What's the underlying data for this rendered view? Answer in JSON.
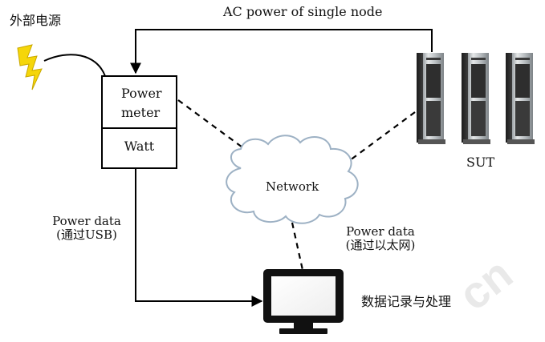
{
  "labels": {
    "external_power": "外部电源",
    "ac_power": "AC power of single node",
    "power_meter": "Power meter",
    "watt": "Watt",
    "network": "Network",
    "sut": "SUT",
    "power_data_usb_line1": "Power data",
    "power_data_usb_line2": "(通过USB)",
    "power_data_eth_line1": "Power data",
    "power_data_eth_line2": "(通过以太网)",
    "logging": "数据记录与处理"
  },
  "watermark": "cn",
  "colors": {
    "line": "#000000",
    "bolt": "#f5d60a",
    "bolt_edge": "#c9a800",
    "server_dark": "#2b2b2b",
    "server_light": "#cfd2d4",
    "cloud_edge": "#9db1c4",
    "cloud_fill": "#ffffff"
  },
  "icons": [
    "lightning-bolt-icon",
    "server-rack-icon",
    "network-cloud-icon",
    "monitor-icon"
  ]
}
